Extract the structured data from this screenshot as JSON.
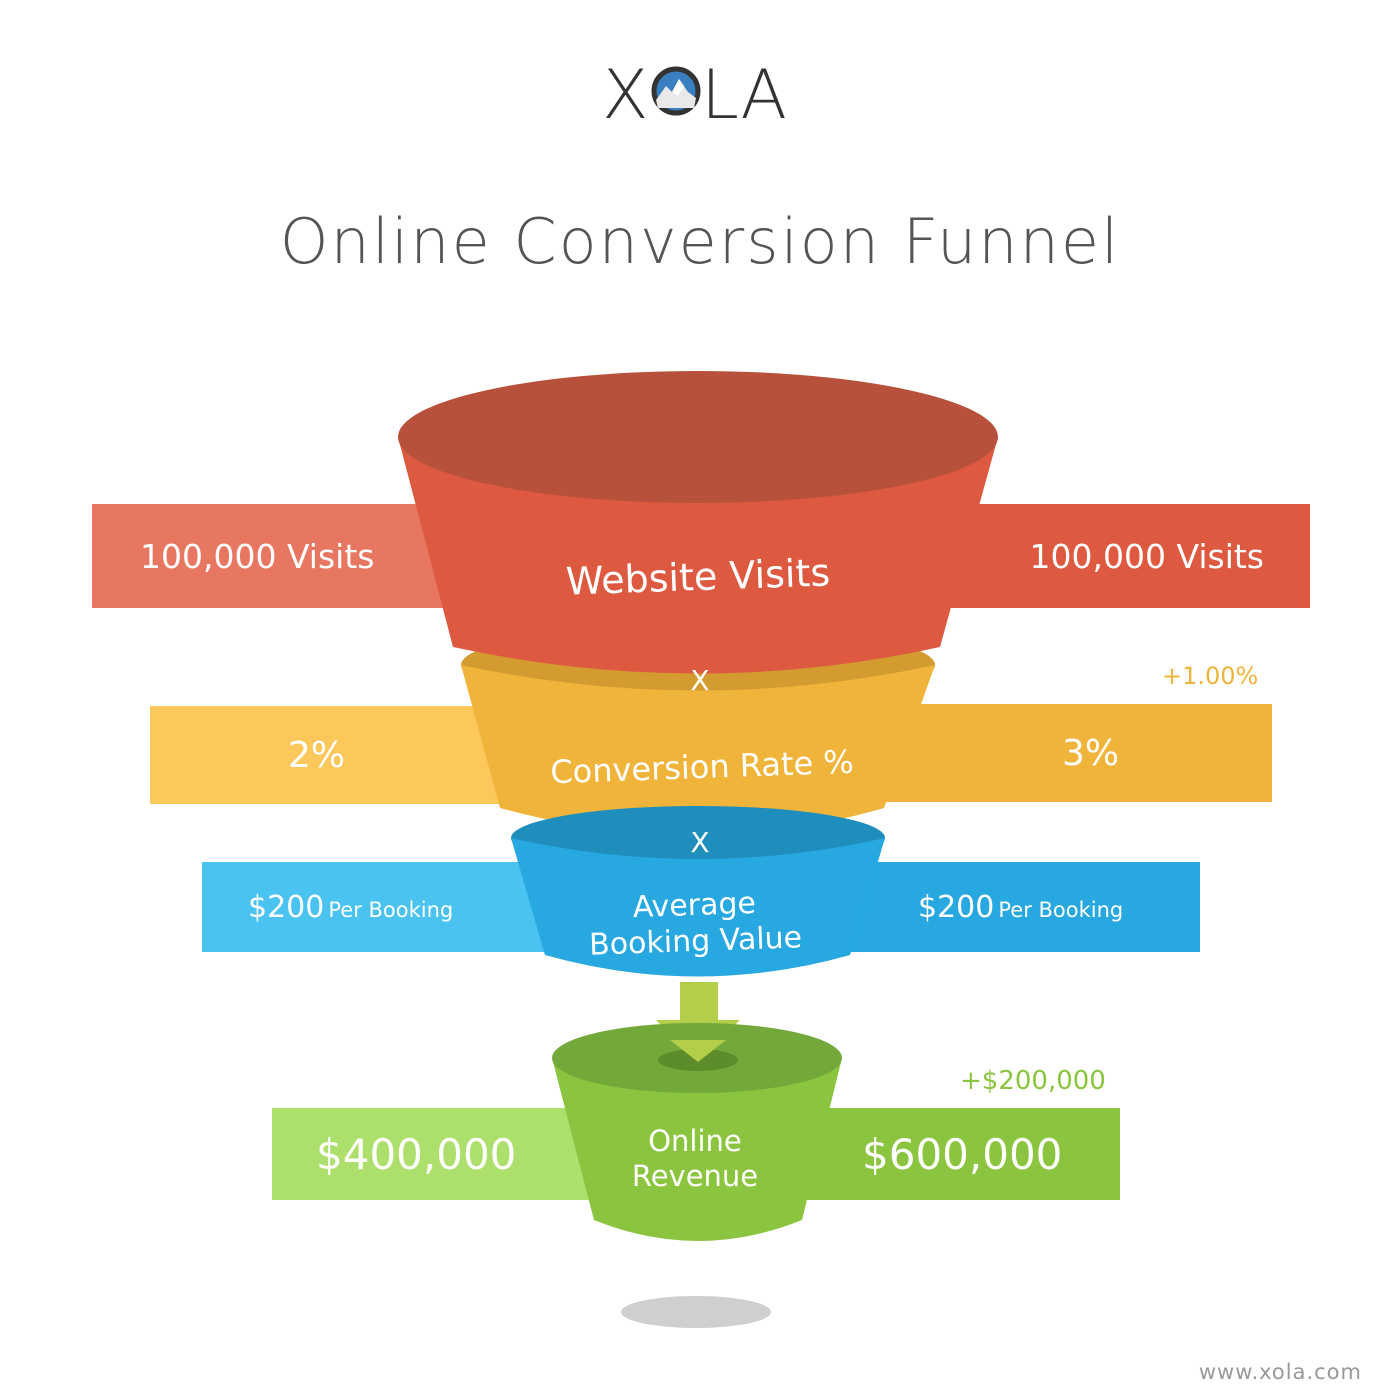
{
  "logo": {
    "text_left": "X",
    "text_right": "LA",
    "brand_color": "#3a7fc1"
  },
  "title": "Online Conversion Funnel",
  "stages": [
    {
      "label": "Website Visits",
      "before": "100,000 Visits",
      "after": "100,000 Visits",
      "color_left": "#e87762",
      "color_right": "#dd5a41"
    },
    {
      "label": "Conversion Rate %",
      "before": "2%",
      "after": "3%",
      "delta": "+1.00%",
      "color_left": "#fcc85c",
      "color_right": "#f0b43a"
    },
    {
      "label_line1": "Average",
      "label_line2": "Booking Value",
      "before_value": "$200",
      "before_unit": "Per Booking",
      "after_value": "$200",
      "after_unit": "Per Booking",
      "color_left": "#4ac3f1",
      "color_right": "#27a8e0"
    },
    {
      "label_line1": "Online",
      "label_line2": "Revenue",
      "before": "$400,000",
      "after": "$600,000",
      "delta": "+$200,000",
      "color_left": "#addf6c",
      "color_right": "#8bc53f"
    }
  ],
  "operators": [
    "X",
    "X"
  ],
  "footer": "www.xola.com"
}
